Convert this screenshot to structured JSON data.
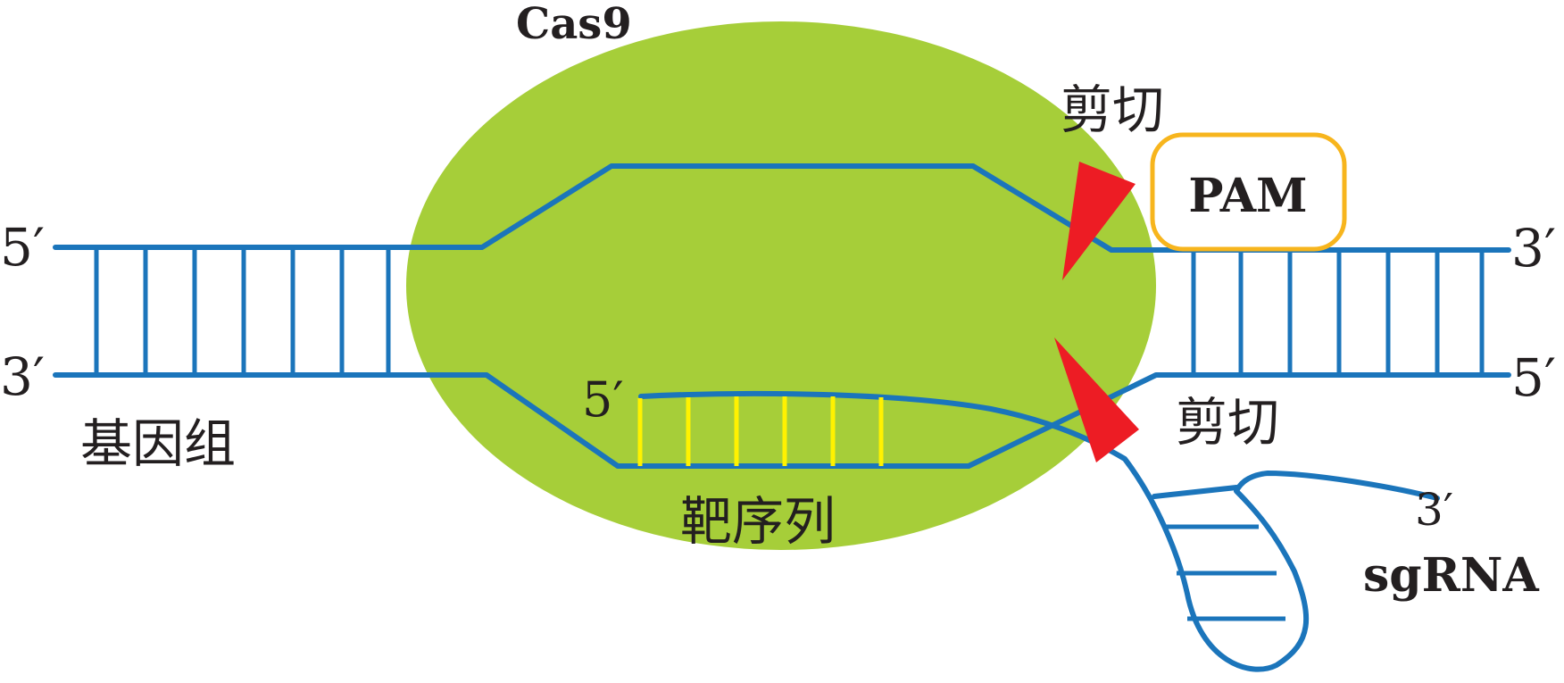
{
  "labels": {
    "protein": "Cas9",
    "cut_top": "剪切",
    "cut_bottom": "剪切",
    "pam": "PAM",
    "left_top_end": "5′",
    "left_bottom_end": "3′",
    "right_top_end": "3′",
    "right_bottom_end": "5′",
    "genome": "基因组",
    "target_sequence": "靶序列",
    "sgrna_5_end": "5′",
    "sgrna_3_end": "3′",
    "sgrna": "sgRNA"
  },
  "colors": {
    "cas9_fill": "#a6ce39",
    "dna_strand": "#1b75bb",
    "target_pairing": "#fff200",
    "cut_marker": "#ed1c24",
    "pam_box_border": "#f7b51d",
    "text": "#231f20"
  },
  "icons": {
    "cut_marker": "red-triangle"
  }
}
